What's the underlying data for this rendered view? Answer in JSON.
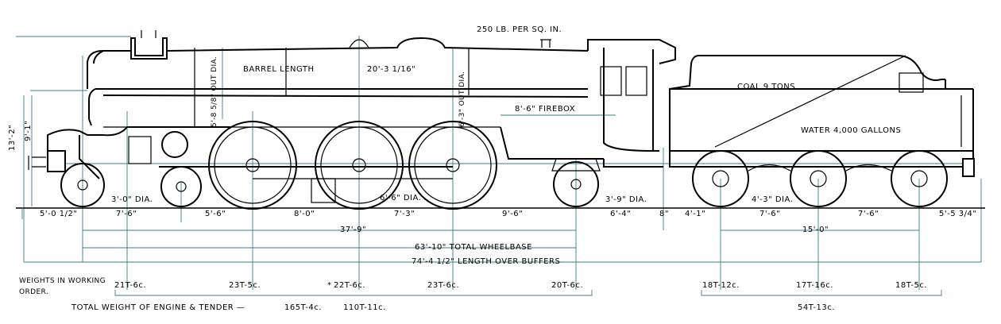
{
  "boiler": {
    "pressure": "250 LB. PER SQ. IN.",
    "barrel_length_label": "BARREL  LENGTH",
    "barrel_length_value": "20'-3 1/16\"",
    "outside_dia_left": "5'-8 5/8\" OUT DIA.",
    "outside_dia_right": "6'-3\" OUT DIA.",
    "firebox": "8'-6\" FIREBOX"
  },
  "heights": {
    "total": "13'-2\"",
    "centre": "9'-1\""
  },
  "tender": {
    "coal": "COAL  9  TONS",
    "water": "WATER  4,000  GALLONS"
  },
  "wheel_diameters": {
    "bogie": "3'-0\" DIA.",
    "coupled": "6'-6\" DIA.",
    "trailing": "3'-9\" DIA.",
    "tender": "4'-3\" DIA."
  },
  "spacings": [
    "5'-0 1/2\"",
    "7'-6\"",
    "5'-6\"",
    "8'-0\"",
    "7'-3\"",
    "9'-6\"",
    "6'-4\"",
    "8\"",
    "4'-1\"",
    "7'-6\"",
    "7'-6\"",
    "5'-5 3/4\""
  ],
  "overall": {
    "engine_wheelbase": "37'-9\"",
    "tender_wheelbase": "15'-0\"",
    "total_wheelbase": "63'-10\" TOTAL  WHEELBASE",
    "length_over_buffers": "74'-4 1/2\" LENGTH  OVER  BUFFERS"
  },
  "weights": {
    "heading_line1": "WEIGHTS IN WORKING",
    "heading_line2": "ORDER.",
    "engine": [
      "21T-6c.",
      "23T-5c.",
      "22T-6c.",
      "23T-6c.",
      "20T-6c."
    ],
    "engine_star_index": 2,
    "tender": [
      "18T-12c.",
      "17T-16c.",
      "18T-5c."
    ],
    "total_label": "TOTAL  WEIGHT  OF  ENGINE  &  TENDER —",
    "total_1": "165T-4c.",
    "total_2": "110T-11c.",
    "tender_total": "54T-13c."
  },
  "colors": {
    "outline": "#000000",
    "centreline": "#3b7f86",
    "background": "#ffffff"
  }
}
